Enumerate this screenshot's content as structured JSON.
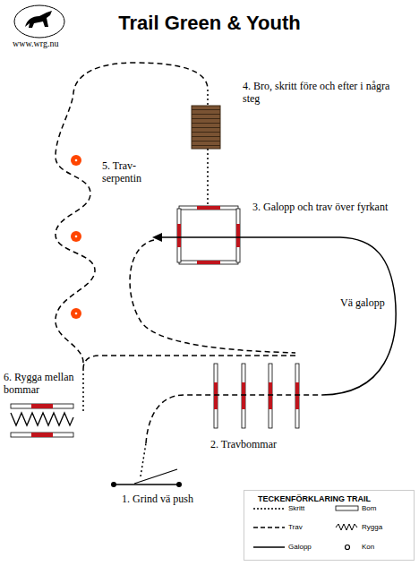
{
  "diagram": {
    "title": "Trail Green & Youth",
    "labels": [
      "www.wrg.nu",
      "4. Bro, skritt före och efter i några steg",
      "5. Trav-serpentin",
      "3. Galopp och trav över fyrkant",
      "Vä galopp",
      "6. Rygga mellan bommar",
      "2. Travbommar",
      "1. Grind vä push",
      "TECKENFÖRKLARING TRAIL"
    ],
    "legend": [
      {
        "text": "Skritt"
      },
      {
        "text": "Trav"
      },
      {
        "text": "Galopp"
      },
      {
        "text": "Bom"
      },
      {
        "text": "Rygga"
      },
      {
        "text": "Kon"
      }
    ]
  }
}
